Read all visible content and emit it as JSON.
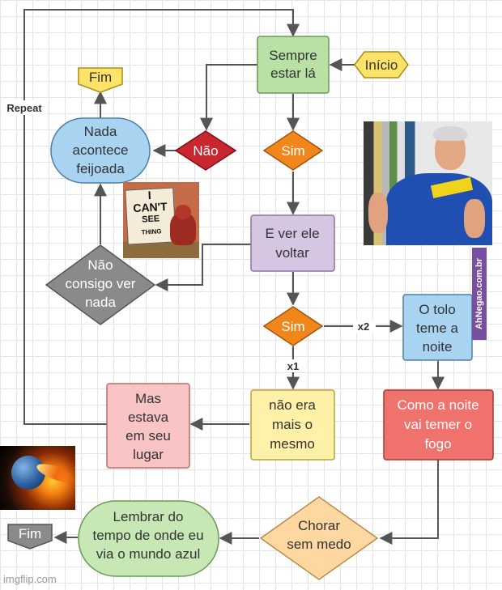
{
  "colors": {
    "green": "#b9e0a5",
    "yellow": "#fde36a",
    "blue": "#a8d4f2",
    "red": "#c9272f",
    "orange": "#f1861c",
    "purple": "#d6c6e1",
    "gray": "#8a8a8a",
    "pink": "#f8c4c4",
    "cream": "#fff2a8",
    "salmon": "#f0726c",
    "peach": "#fed8a0",
    "lightgreen": "#c7e7b4"
  },
  "nodes": {
    "start": "Início",
    "sempre": [
      "Sempre",
      "estar lá"
    ],
    "fim_top": "Fim",
    "nada": [
      "Nada",
      "acontece",
      "feijoada"
    ],
    "nao": "Não",
    "sim1": "Sim",
    "ever": [
      "E ver ele",
      "voltar"
    ],
    "naoconsigo": [
      "Não",
      "consigo ver",
      "nada"
    ],
    "sim2": "Sim",
    "tolo": [
      "O tolo",
      "teme a",
      "noite"
    ],
    "mas": [
      "Mas",
      "estava",
      "em seu",
      "lugar"
    ],
    "naoera": [
      "não era",
      "mais o",
      "mesmo"
    ],
    "comonoite": [
      "Como a noite",
      "vai temer o",
      "fogo"
    ],
    "chorar": [
      "Chorar",
      "sem medo"
    ],
    "lembrar": [
      "Lembrar do",
      "tempo de onde eu",
      "via o mundo azul"
    ],
    "fim_bottom": "Fim"
  },
  "edges": {
    "repeat": "Repeat",
    "x2": "x2",
    "x1": "x1"
  },
  "meme": {
    "cant_see": [
      "I",
      "CAN'T",
      "SEE",
      "THING"
    ]
  },
  "watermarks": {
    "side": "AhNegao.com.br",
    "bottom": "imgflip.com"
  }
}
